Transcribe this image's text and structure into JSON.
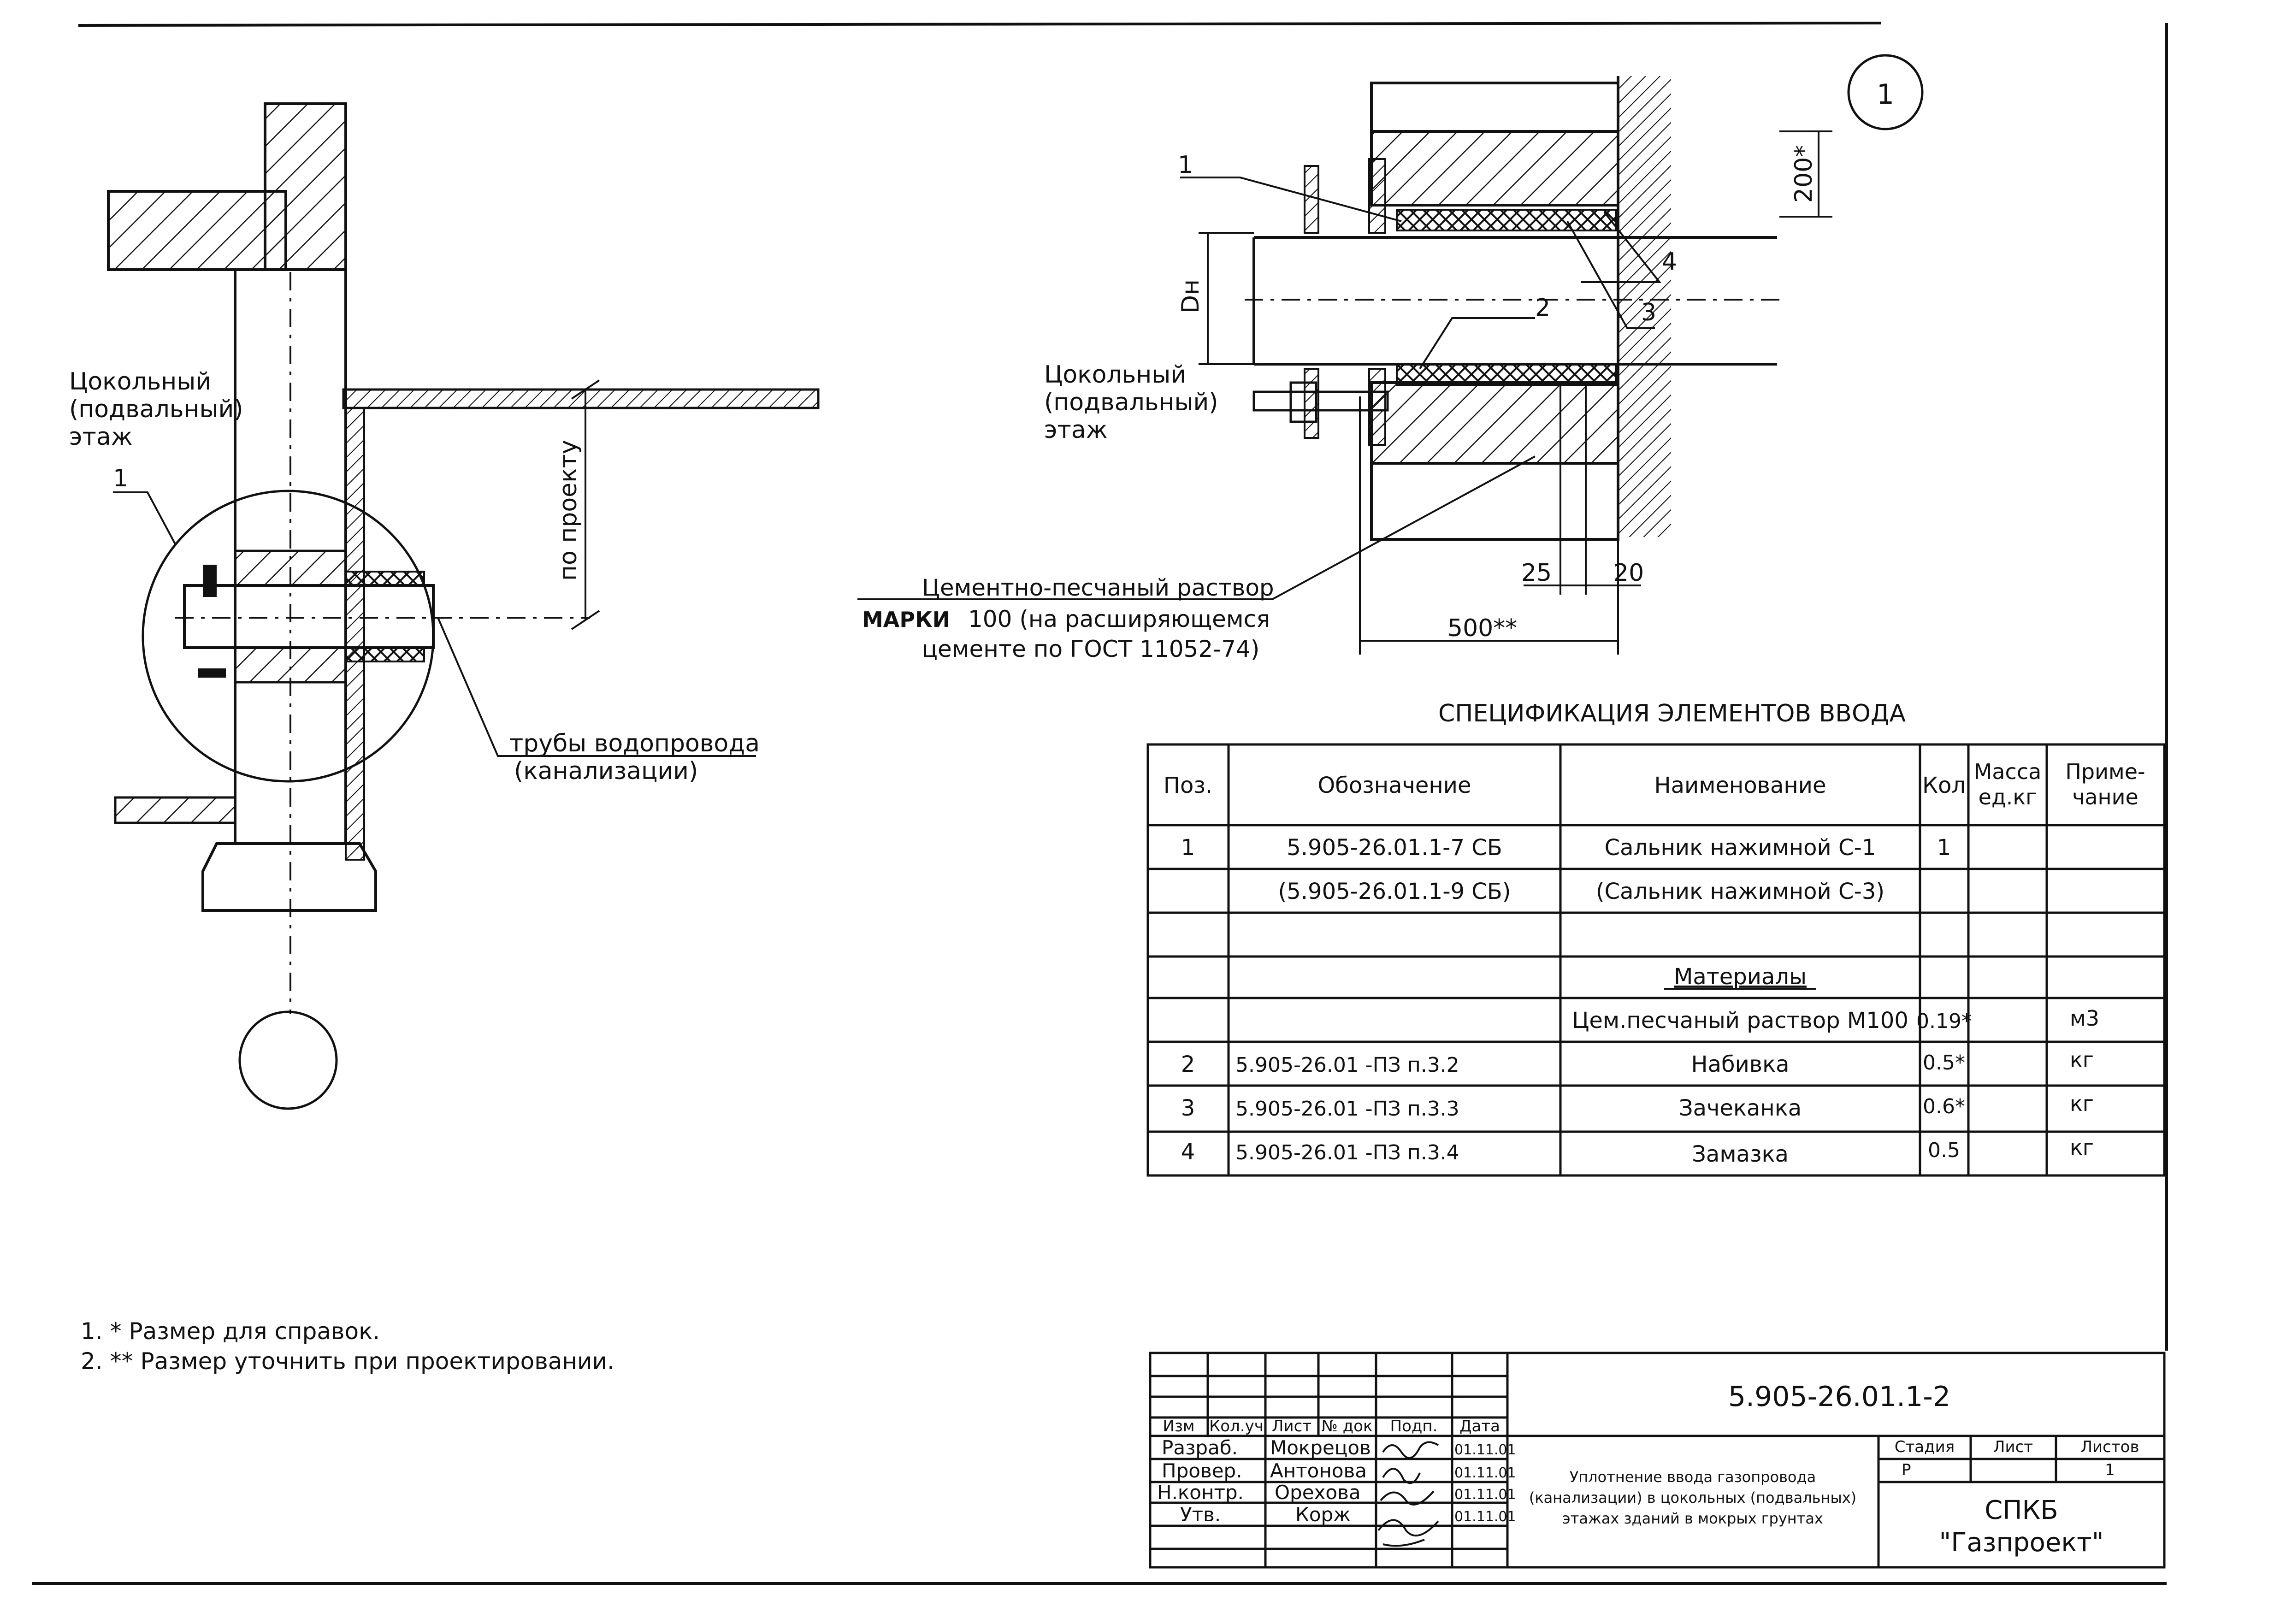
{
  "detail_marker": "1",
  "left_view": {
    "floor_label": [
      "Цокольный",
      "(подвальный)",
      "этаж"
    ],
    "callout_number": "1",
    "dimension_label": "по проекту",
    "pipe_label": [
      "трубы водопровода",
      "(канализации)"
    ]
  },
  "right_view": {
    "floor_label": [
      "Цокольный",
      "(подвальный)",
      "этаж"
    ],
    "callouts": [
      "1",
      "2",
      "3",
      "4"
    ],
    "dim_dn": "Dн",
    "dim_200": "200*",
    "dim_25": "25",
    "dim_20": "20",
    "dim_500": "500**",
    "mortar_note": [
      "Цементно-песчаный раствор",
      "МАРКИ",
      "100 (на расширяющемся",
      "цементе по ГОСТ 11052-74)"
    ]
  },
  "spec_table": {
    "title": "СПЕЦИФИКАЦИЯ ЭЛЕМЕНТОВ ВВОДА",
    "headers": [
      "Поз.",
      "Обозначение",
      "Наименование",
      "Кол",
      "Масса",
      "ед.кг",
      "Приме-",
      "чание"
    ],
    "rows": [
      {
        "pos": "1",
        "designation": "5.905-26.01.1-7 СБ",
        "name": "Сальник нажимной С-1",
        "qty": "1",
        "mass": "",
        "note": ""
      },
      {
        "pos": "",
        "designation": "(5.905-26.01.1-9 СБ)",
        "name": "(Сальник нажимной С-3)",
        "qty": "",
        "mass": "",
        "note": ""
      },
      {
        "pos": "",
        "designation": "",
        "name": "",
        "qty": "",
        "mass": "",
        "note": ""
      },
      {
        "pos": "",
        "designation": "",
        "name": "Материалы",
        "qty": "",
        "mass": "",
        "note": ""
      },
      {
        "pos": "",
        "designation": "",
        "name": "Цем.песчаный раствор М100",
        "qty": "0.19*",
        "mass": "",
        "note": "м3"
      },
      {
        "pos": "2",
        "designation": "5.905-26.01 -ПЗ п.3.2",
        "name": "Набивка",
        "qty": "0.5*",
        "mass": "",
        "note": "кг"
      },
      {
        "pos": "3",
        "designation": "5.905-26.01 -ПЗ п.3.3",
        "name": "Зачеканка",
        "qty": "0.6*",
        "mass": "",
        "note": "кг"
      },
      {
        "pos": "4",
        "designation": "5.905-26.01 -ПЗ п.3.4",
        "name": "Замазка",
        "qty": "0.5",
        "mass": "",
        "note": "кг"
      }
    ]
  },
  "notes": [
    "1. * Размер для справок.",
    "2. ** Размер уточнить при проектировании."
  ],
  "title_block": {
    "code": "5.905-26.01.1-2",
    "col_headers": [
      "Изм",
      "Кол.уч",
      "Лист",
      "№ док",
      "Подп.",
      "Дата"
    ],
    "roles": [
      {
        "role": "Разраб.",
        "name": "Мокрецов",
        "date": "01.11.01"
      },
      {
        "role": "Провер.",
        "name": "Антонова",
        "date": "01.11.01"
      },
      {
        "role": "Н.контр.",
        "name": "Орехова",
        "date": "01.11.01"
      },
      {
        "role": "Утв.",
        "name": "Корж",
        "date": "01.11.01"
      }
    ],
    "description": [
      "Уплотнение ввода газопровода",
      "(канализации) в цокольных (подвальных)",
      "этажах зданий в мокрых грунтах"
    ],
    "stage_label": "Стадия",
    "sheet_label": "Лист",
    "sheets_label": "Листов",
    "stage": "Р",
    "sheet": "",
    "sheets": "1",
    "org": [
      "СПКБ",
      "\"Газпроект\""
    ]
  }
}
